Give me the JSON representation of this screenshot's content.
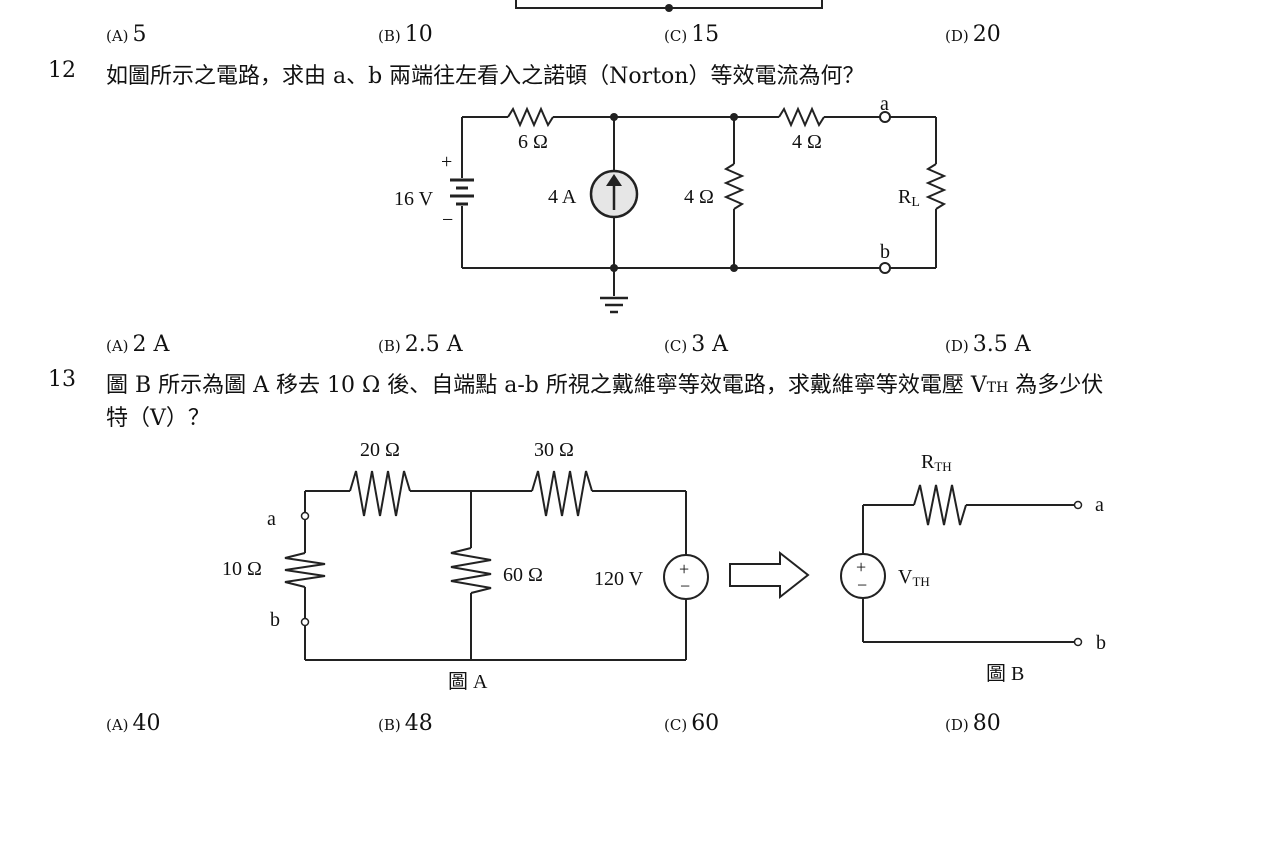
{
  "q11": {
    "options": [
      {
        "label": "(A)",
        "value": "5"
      },
      {
        "label": "(B)",
        "value": "10"
      },
      {
        "label": "(C)",
        "value": "15"
      },
      {
        "label": "(D)",
        "value": "20"
      }
    ]
  },
  "q12": {
    "number": "12",
    "text": "如圖所示之電路，求由 a、b 兩端往左看入之諾頓（Norton）等效電流為何？",
    "circuit": {
      "r1": "6 Ω",
      "r2": "4 Ω",
      "r3": "4 Ω",
      "src_v": "16 V",
      "src_i": "4 A",
      "plus": "+",
      "minus": "−",
      "rl_main": "R",
      "rl_sub": "L",
      "node_a": "a",
      "node_b": "b"
    },
    "options": [
      {
        "label": "(A)",
        "value": "2 A"
      },
      {
        "label": "(B)",
        "value": "2.5 A"
      },
      {
        "label": "(C)",
        "value": "3 A"
      },
      {
        "label": "(D)",
        "value": "3.5 A"
      }
    ]
  },
  "q13": {
    "number": "13",
    "text_line1_pre": "圖 B 所示為圖 A 移去 10 Ω 後、自端點 a-b 所視之戴維寧等效電路，求戴維寧等效電壓 V",
    "text_line1_sub": "TH",
    "text_line1_post": " 為多少伏",
    "text_line2": "特（V）？",
    "figA": {
      "r20": "20 Ω",
      "r30": "30 Ω",
      "r10": "10 Ω",
      "r60": "60 Ω",
      "src": "120 V",
      "node_a": "a",
      "node_b": "b",
      "plus": "+",
      "minus": "−",
      "caption": "圖 A"
    },
    "figB": {
      "rth_main": "R",
      "rth_sub": "TH",
      "vth_main": "V",
      "vth_sub": "TH",
      "node_a": "a",
      "node_b": "b",
      "plus": "+",
      "minus": "−",
      "caption": "圖 B"
    },
    "options": [
      {
        "label": "(A)",
        "value": "40"
      },
      {
        "label": "(B)",
        "value": "48"
      },
      {
        "label": "(C)",
        "value": "60"
      },
      {
        "label": "(D)",
        "value": "80"
      }
    ]
  }
}
